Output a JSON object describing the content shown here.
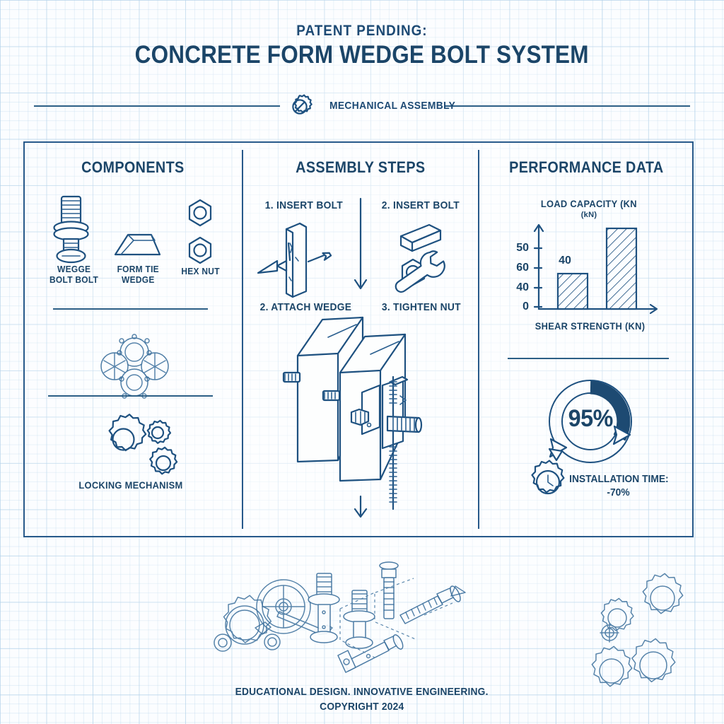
{
  "header": {
    "eyebrow": "PATENT PENDING:",
    "title": "CONCRETE FORM WEDGE BOLT SYSTEM",
    "badge_label": "MECHANICAL ASSEMBLY",
    "badge_icon": "gear-no-entry-icon"
  },
  "columns": {
    "components": {
      "title": "COMPONENTS",
      "items": [
        {
          "label": "WEGGE\nBOLT BOLT",
          "icon": "wedge-bolt-icon"
        },
        {
          "label": "FORM TIE\nWEDGE",
          "icon": "trapezoid-wedge-icon"
        },
        {
          "label": "HEX NUT",
          "icon": "hex-nut-icon"
        }
      ],
      "cluster_icon": "bolt-cluster-icon",
      "locking_label": "LOCKING MECHANISM",
      "locking_icon": "gears-icon"
    },
    "steps": {
      "title": "ASSEMBLY STEPS",
      "items": [
        {
          "label": "1. INSERT BOLT",
          "icon": "panel-insert-icon"
        },
        {
          "label": "2. INSERT BOLT",
          "icon": "nut-wrench-icon"
        },
        {
          "label": "2. ATTACH WEDGE",
          "icon": "panel-insert-icon"
        },
        {
          "label": "3. TIGHTEN NUT",
          "icon": "nut-wrench-icon"
        }
      ],
      "assembly_icon": "exploded-form-panel-assembly-icon",
      "flow_arrow_icon": "down-arrow-icon"
    },
    "performance": {
      "title": "PERFORMANCE DATA",
      "donut": {
        "value": "95%",
        "percent": 95,
        "icon": "circular-arrows-icon"
      },
      "installation": {
        "label": "INSTALLATION TIME:",
        "value": "-70%",
        "icon": "gear-clock-icon"
      }
    }
  },
  "chart_data": {
    "type": "bar",
    "title": "LOAD CAPACITY (KN",
    "subtitle": "(kN)",
    "xlabel": "SHEAR STRENGTH (KN)",
    "ylabel": "",
    "categories": [
      "",
      ""
    ],
    "values": [
      40,
      75
    ],
    "data_labels": [
      "40",
      ""
    ],
    "ytick_labels": [
      "50",
      "60",
      "40",
      "0"
    ],
    "grid": false,
    "legend": false
  },
  "footer": {
    "line1": "EDUCATIONAL DESIGN. INNOVATIVE ENGINEERING.",
    "line2": "COPYRIGHT 2024",
    "illustration_icon": "gears-and-bolts-illustration"
  },
  "colors": {
    "ink": "#1b4568",
    "ink_line": "#1e5180",
    "grid": "#b0d0e8",
    "paper": "#fbfcfe",
    "donut_fill": "#1d4a72"
  }
}
